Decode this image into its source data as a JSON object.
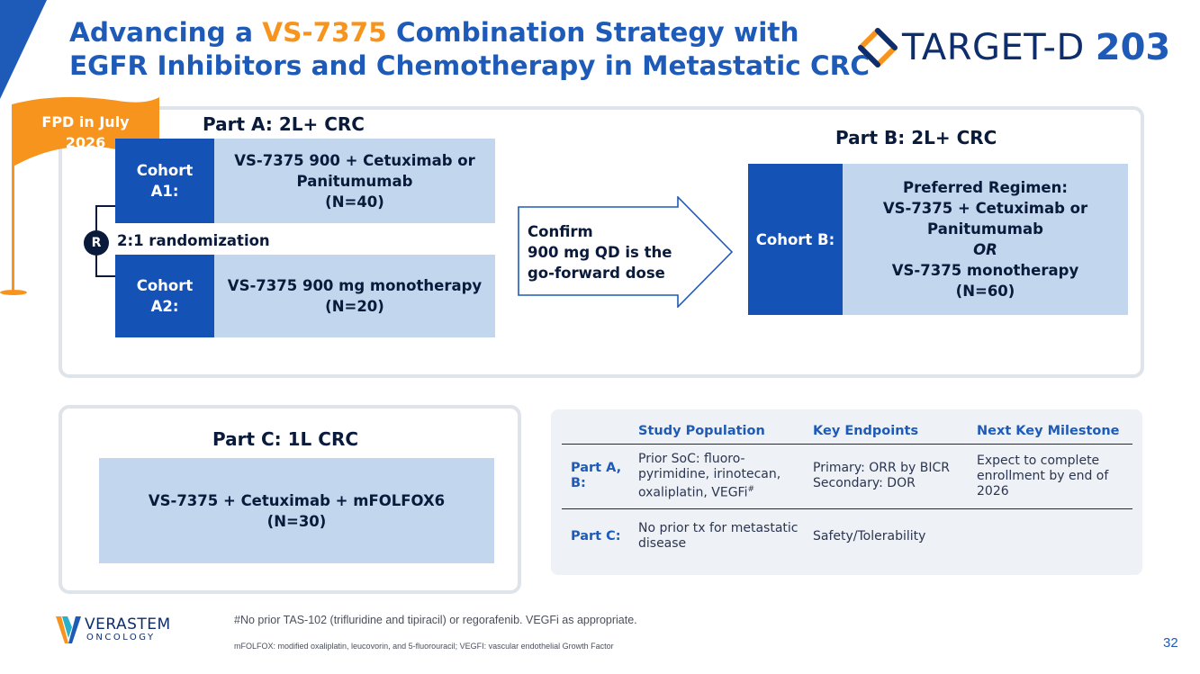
{
  "title": {
    "line1_pre": "Advancing a ",
    "line1_highlight": "VS-7375",
    "line1_post": " Combination Strategy with",
    "line2": "EGFR Inhibitors and Chemotherapy in Metastatic CRC"
  },
  "trial_logo": {
    "name": "TARGET-D",
    "number": "203",
    "icon": "target-diamond-icon"
  },
  "flag": {
    "text": "FPD in July 2026",
    "icon": "milestone-flag-icon",
    "color": "#f7941d"
  },
  "part_a": {
    "heading": "Part A: 2L+ CRC",
    "cohort_a1": {
      "label": "Cohort A1:",
      "line1": "VS-7375 900 + Cetuximab or",
      "line2": "Panitumumab",
      "line3": "(N=40)"
    },
    "randomization": {
      "badge": "R",
      "text": "2:1 randomization"
    },
    "cohort_a2": {
      "label": "Cohort A2:",
      "line1": "VS-7375 900 mg monotherapy",
      "line2": "(N=20)"
    }
  },
  "arrow": {
    "line1": "Confirm",
    "line2": "900 mg QD is the",
    "line3": "go-forward dose"
  },
  "part_b": {
    "heading": "Part B: 2L+ CRC",
    "cohort_b": {
      "label": "Cohort B:",
      "line1": "Preferred Regimen:",
      "line2": "VS-7375 + Cetuximab or",
      "line3": "Panitumumab",
      "or": "OR",
      "line4": "VS-7375 monotherapy",
      "line5": "(N=60)"
    }
  },
  "part_c": {
    "heading": "Part C: 1L CRC",
    "line1": "VS-7375 + Cetuximab + mFOLFOX6",
    "line2": "(N=30)"
  },
  "table": {
    "headers": [
      "",
      "Study Population",
      "Key Endpoints",
      "Next Key Milestone"
    ],
    "rows": [
      {
        "label": "Part A, B:",
        "population": "Prior SoC: fluoro-pyrimidine, irinotecan, oxaliplatin, VEGFi",
        "population_sup": "#",
        "endpoints_1": "Primary: ORR by BICR",
        "endpoints_2": "Secondary: DOR",
        "milestone": "Expect to complete enrollment by end of 2026"
      },
      {
        "label": "Part C:",
        "population": "No prior tx for metastatic disease",
        "endpoints": "Safety/Tolerability",
        "milestone": ""
      }
    ]
  },
  "company": {
    "name": "VERASTEM",
    "sub": "ONCOLOGY",
    "icon": "verastem-v-icon"
  },
  "footnotes": {
    "line1": "#No prior TAS-102 (trifluridine and tipiracil) or regorafenib.  VEGFi as appropriate.",
    "line2": "mFOLFOX: modified oxaliplatin, leucovorin, and 5-fluorouracil; VEGFI: vascular endothelial Growth Factor"
  },
  "page_number": "32",
  "colors": {
    "brand_blue": "#1e5bb8",
    "cohort_dark": "#1452b6",
    "cohort_light": "#c2d6ee",
    "accent_orange": "#f7941d",
    "navy": "#0d2d6c"
  }
}
